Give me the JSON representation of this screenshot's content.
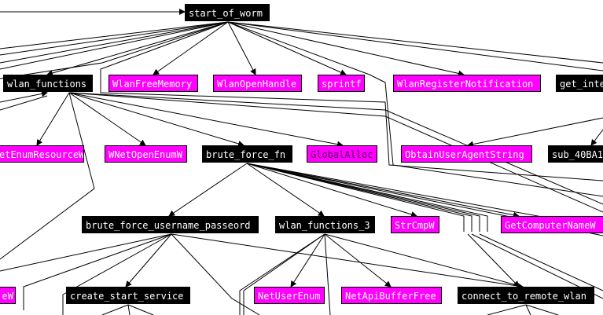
{
  "graph": {
    "title": "start_of_worm",
    "colors": {
      "function_node": "#000000",
      "api_node": "#ff00ff",
      "edge": "#000000"
    },
    "nodes": {
      "start_of_worm": "start_of_worm",
      "wlan_functions": "wlan_functions",
      "WlanFreeMemory": "WlanFreeMemory",
      "WlanOpenHandle": "WlanOpenHandle",
      "sprintf": "sprintf",
      "WlanRegisterNotification": "WlanRegisterNotification",
      "get_inte": "get_inte",
      "WNetEnumResourceW": "etEnumResourceW",
      "WNetOpenEnumW": "WNetOpenEnumW",
      "brute_force_fn": "brute_force_fn",
      "GlobalAlloc": "GlobalAlloc",
      "ObtainUserAgentString": "ObtainUserAgentString",
      "sub_40BA1": "sub_40BA1",
      "brute_force_username_passeord": "brute_force_username_passeord",
      "wlan_functions_3": "wlan_functions_3",
      "StrCmpW": "StrCmpW",
      "GetComputerNameW": "GetComputerNameW",
      "partial_eW": "eW",
      "create_start_service": "create_start_service",
      "NetUserEnum": "NetUserEnum",
      "NetApiBufferFree": "NetApiBufferFree",
      "connect_to_remote_wlan": "connect_to_remote_wlan"
    }
  }
}
